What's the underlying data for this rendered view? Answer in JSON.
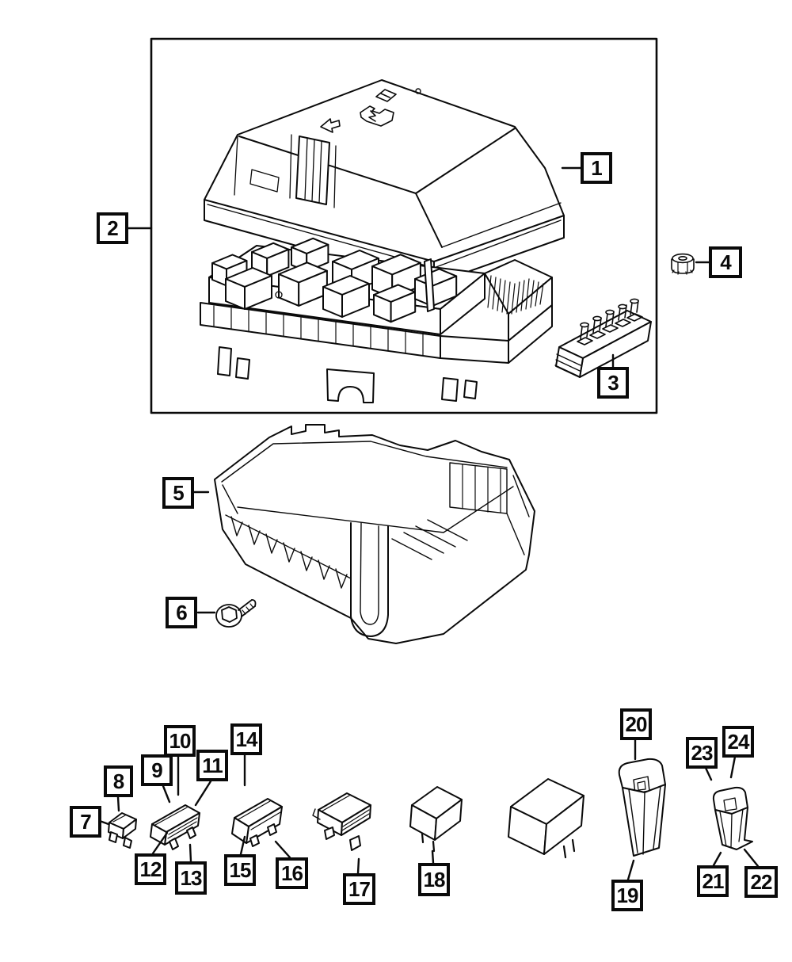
{
  "diagram": {
    "paper_color": "#ffffff",
    "ink_color": "#0a0a0a",
    "callouts": [
      {
        "num": "1"
      },
      {
        "num": "2"
      },
      {
        "num": "3"
      },
      {
        "num": "4"
      },
      {
        "num": "5"
      },
      {
        "num": "6"
      },
      {
        "num": "7"
      },
      {
        "num": "8"
      },
      {
        "num": "9"
      },
      {
        "num": "10"
      },
      {
        "num": "11"
      },
      {
        "num": "12"
      },
      {
        "num": "13"
      },
      {
        "num": "14"
      },
      {
        "num": "15"
      },
      {
        "num": "16"
      },
      {
        "num": "17"
      },
      {
        "num": "18"
      },
      {
        "num": "19"
      },
      {
        "num": "20"
      },
      {
        "num": "21"
      },
      {
        "num": "22"
      },
      {
        "num": "23"
      },
      {
        "num": "24"
      }
    ]
  }
}
